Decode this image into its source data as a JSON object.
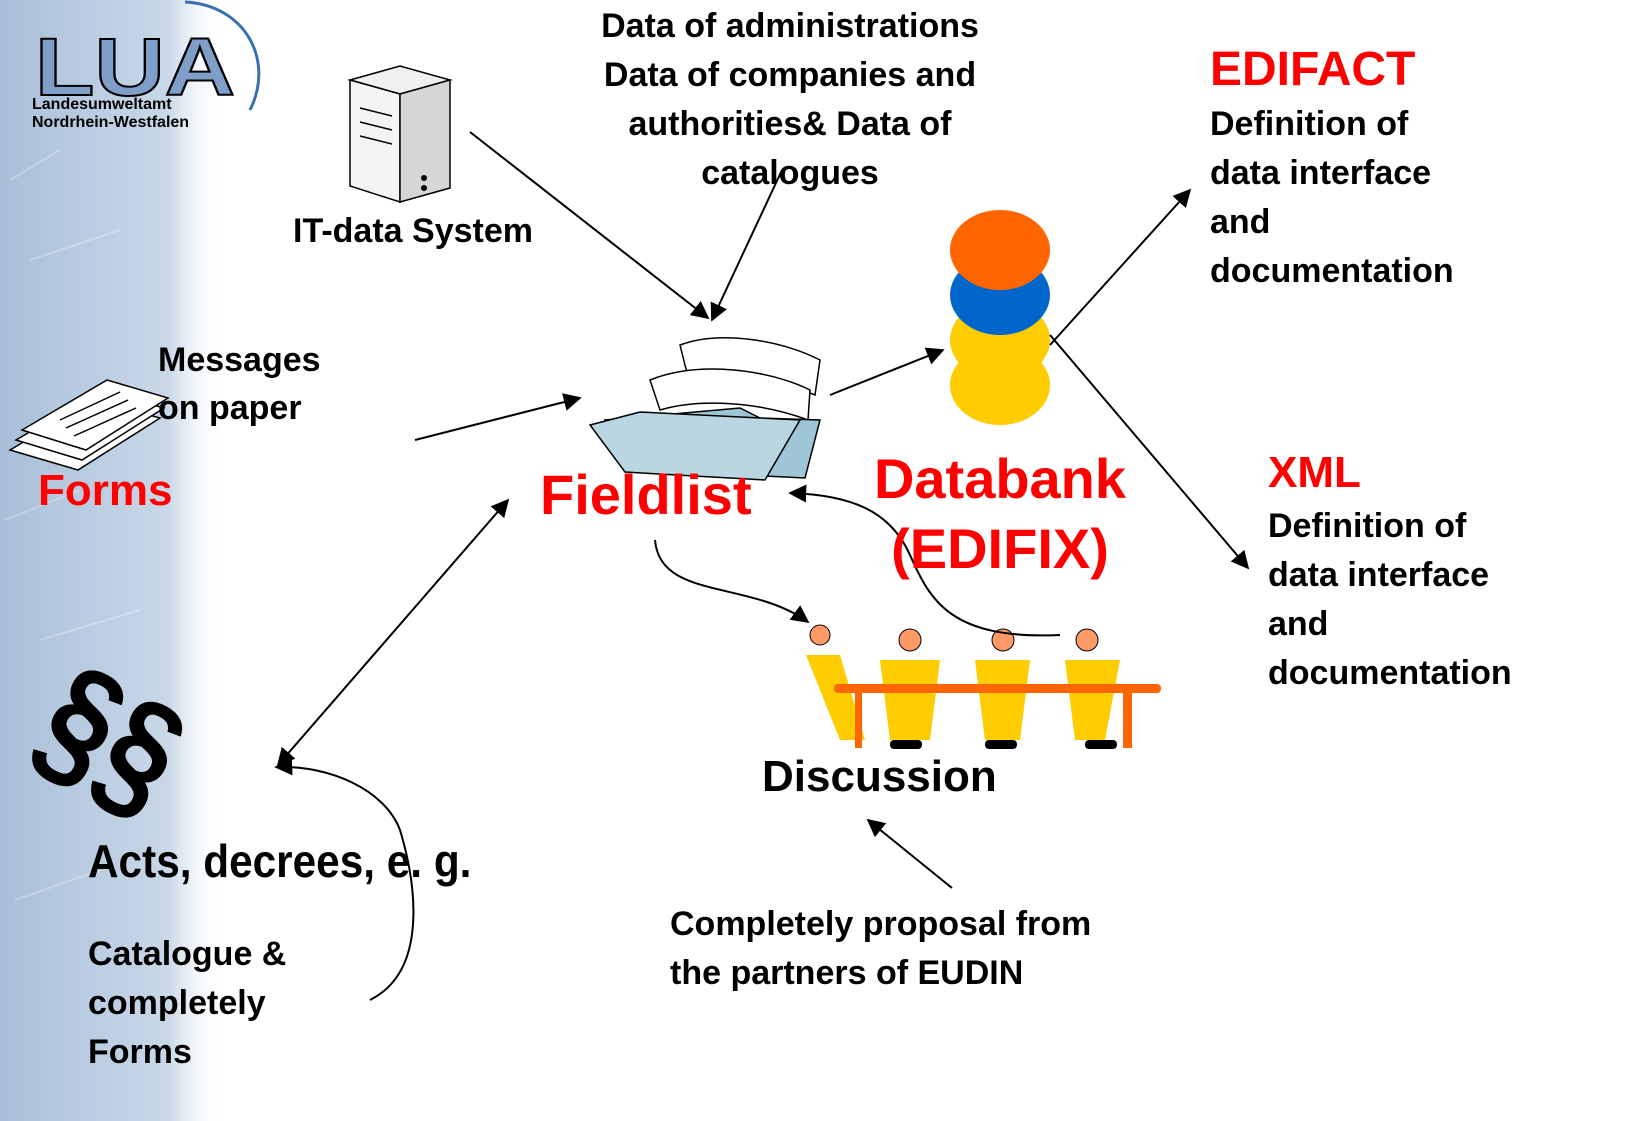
{
  "colors": {
    "accent_red": "#ff0000",
    "disk_orange": "#ff6600",
    "disk_blue": "#0066cc",
    "disk_yellow": "#ffcc00",
    "folder_blue": "#9fc6d6",
    "table_orange": "#ff6600",
    "person_yellow": "#ffcc00",
    "sidebar_blue": "#b8cde4"
  },
  "logo": {
    "letters": "LUA",
    "line1": "Landesumweltamt",
    "line2": "Nordrhein-Westfalen"
  },
  "nodes": {
    "data_sources": "Data of administrations\nData of companies and\nauthorities& Data of\ncatalogues",
    "it_system": "IT-data System",
    "messages": "Messages\non paper",
    "forms": "Forms",
    "fieldlist": "Fieldlist",
    "databank_line1": "Databank",
    "databank_line2": "(EDIFIX)",
    "edifact_title": "EDIFACT",
    "edifact_desc": "Definition of\ndata interface\nand\ndocumentation",
    "xml_title": "XML",
    "xml_desc": "Definition of\ndata interface\nand\ndocumentation",
    "discussion": "Discussion",
    "acts": "Acts, decrees, e. g.",
    "paragraph_symbol": "§§",
    "catalogue": "Catalogue &\ncompletely\nForms",
    "proposal": "Completely proposal from\nthe partners of EUDIN"
  },
  "icons": [
    "server-icon",
    "paper-stack-icon",
    "folder-icon",
    "database-stack-icon",
    "meeting-table-icon",
    "paragraph-icon"
  ]
}
